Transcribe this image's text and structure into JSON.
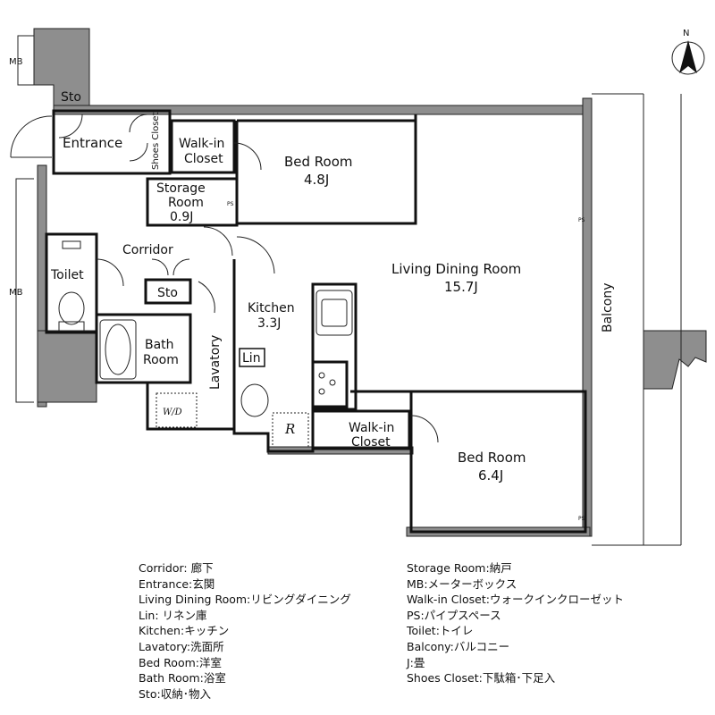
{
  "plan": {
    "compass": "N",
    "labels": {
      "mb_top": "MB",
      "mb_left": "MB",
      "sto_top": "Sto",
      "entrance": "Entrance",
      "shoes_closet": "Shoes Closet",
      "walkin_1": "Walk-in",
      "walkin_1b": "Closet",
      "bed1": "Bed Room",
      "bed1_size": "4.8J",
      "storage": "Storage",
      "storage_b": "Room",
      "storage_size": "0.9J",
      "ps1": "PS",
      "corridor": "Corridor",
      "toilet": "Toilet",
      "sto_mid": "Sto",
      "ldr": "Living Dining Room",
      "ldr_size": "15.7J",
      "kitchen": "Kitchen",
      "kitchen_size": "3.3J",
      "balcony": "Balcony",
      "bath": "Bath",
      "bath_b": "Room",
      "lavatory": "Lavatory",
      "lin": "Lin",
      "wd": "W/D",
      "fridge": "R",
      "walkin_2": "Walk-in",
      "walkin_2b": "Closet",
      "bed2": "Bed Room",
      "bed2_size": "6.4J",
      "ps2": "PS",
      "ps3": "PS"
    }
  },
  "legend": {
    "left": [
      "Corridor: 廊下",
      "Entrance:玄関",
      "Living Dining Room:リビングダイニング",
      "Lin: リネン庫",
      "Kitchen:キッチン",
      "Lavatory:洗面所",
      "Bed Room:洋室",
      "Bath Room:浴室",
      "Sto:収納･物入"
    ],
    "right": [
      "Storage Room:納戸",
      "MB:メーターボックス",
      "Walk-in Closet:ウォークインクローゼット",
      "PS:パイプスペース",
      "Toilet:トイレ",
      "Balcony:バルコニー",
      "J:畳",
      "Shoes Closet:下駄箱･下足入"
    ]
  }
}
